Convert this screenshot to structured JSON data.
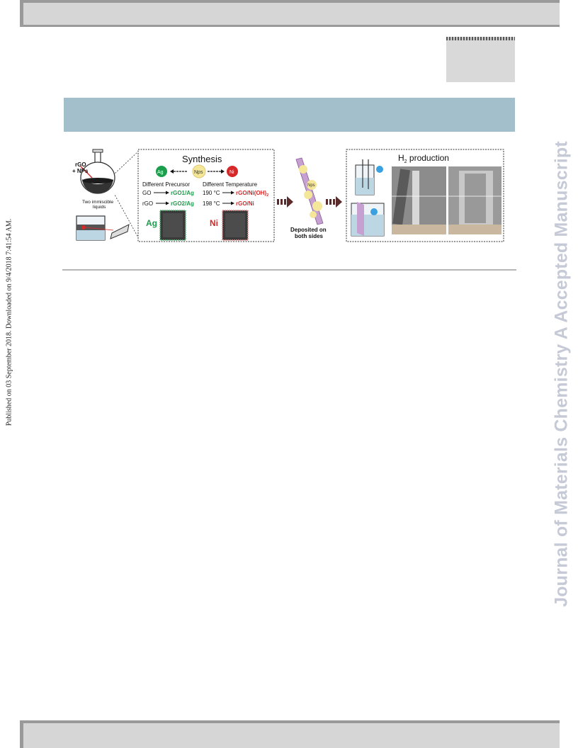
{
  "side_text": {
    "published": "Published on 03 September 2018. Downloaded on 9/4/2018 7:41:54 AM.",
    "journal": "Journal of Materials Chemistry A Accepted Manuscript"
  },
  "figure": {
    "left": {
      "label_rgo": "rGO",
      "label_nps": "+ NPs",
      "label_liquids_1": "Two immiscible",
      "label_liquids_2": "liquids"
    },
    "synthesis": {
      "title": "Synthesis",
      "ag": "Ag",
      "nps": "Nps",
      "ni": "Ni",
      "diff_precursor": "Different Precursor",
      "diff_temperature": "Different Temperature",
      "go": "GO",
      "rgo1_ag": "rGO1/Ag",
      "rgo": "rGO",
      "rgo2_ag": "rGO2/Ag",
      "t190": "190 °C",
      "rgo_nioh": "rGO/Ni(OH)",
      "nioh_sub": "2",
      "t198": "198 °C",
      "rgo_ni": "rGO/Ni",
      "ag_big": "Ag",
      "ni_big": "Ni"
    },
    "deposit": {
      "label_1": "Deposited on",
      "label_2": "both sides",
      "nps": "Nps"
    },
    "h2": {
      "title_h": "H",
      "title_sub": "2",
      "title_rest": " production"
    },
    "colors": {
      "ag_green": "#1b9e4b",
      "ni_red": "#d62828",
      "nps_yellow": "#f4e79a",
      "arrow_dark": "#5a2a2a"
    }
  }
}
